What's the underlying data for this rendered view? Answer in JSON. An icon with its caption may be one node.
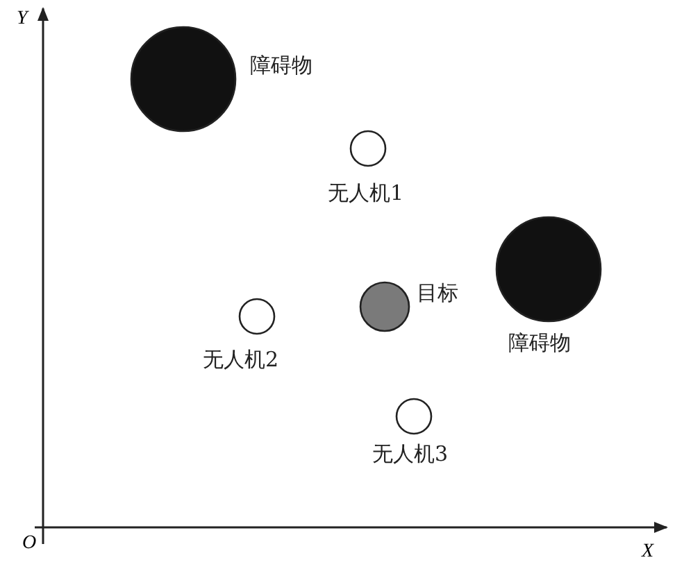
{
  "diagram": {
    "nodes": [
      {
        "text": [
          "障碍物"
        ]
      },
      {
        "text": [
          "无人机1"
        ]
      },
      {
        "text": [
          "障碍物"
        ]
      },
      {
        "text": [
          "目标"
        ]
      },
      {
        "text": [
          "无人机2"
        ]
      },
      {
        "text": [
          "无人机3"
        ]
      }
    ],
    "labels": [
      "Y",
      "O",
      "X"
    ]
  }
}
